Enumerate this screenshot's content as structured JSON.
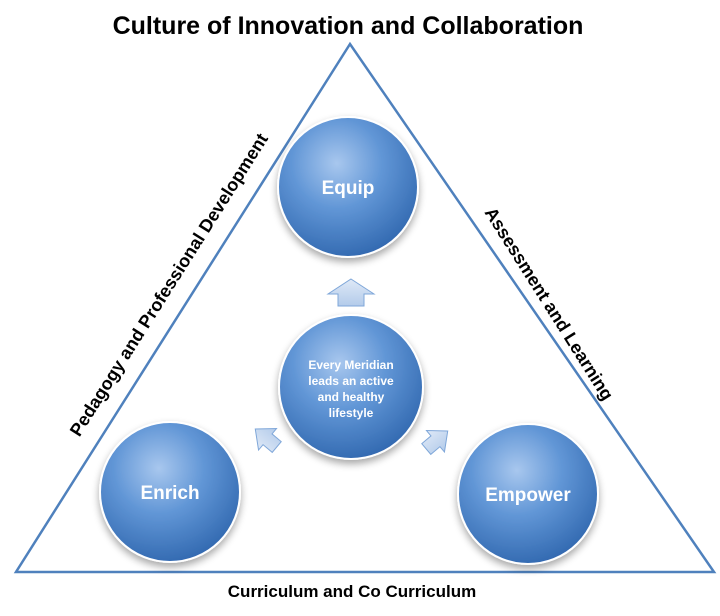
{
  "diagram": {
    "title": "Culture of Innovation and Collaboration",
    "left_side_label": "Pedagogy and Professional Development",
    "right_side_label": "Assessment and Learning",
    "bottom_label": "Curriculum and Co Curriculum",
    "nodes": {
      "top": {
        "label": "Equip"
      },
      "left": {
        "label": "Enrich"
      },
      "right": {
        "label": "Empower"
      },
      "center": {
        "lines": [
          "Every Meridian",
          "leads an active",
          "and healthy",
          "lifestyle"
        ]
      }
    },
    "colors": {
      "triangle_stroke": "#4f81bd",
      "node_fill_light": "#8db3e2",
      "node_fill_mid": "#4f81bd",
      "node_fill_dark": "#2f5f9e",
      "arrow_fill": "#c6d9f1",
      "arrow_stroke": "#7fa7d9"
    }
  }
}
